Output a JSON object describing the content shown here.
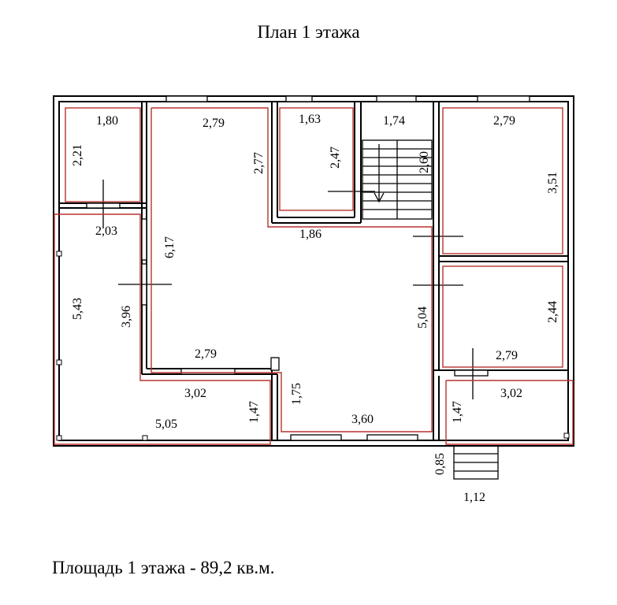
{
  "title": "План 1 этажа",
  "area_text": "Площадь 1 этажа - 89,2 кв.м.",
  "colors": {
    "walls": "#000000",
    "room_outline": "#b8322e",
    "background": "#ffffff"
  },
  "dimensions": {
    "bath_width": "1,80",
    "bath_depth": "2,21",
    "hall_top": "2,79",
    "hall_side": "2,77",
    "closet_width": "1,63",
    "closet_depth": "2,47",
    "stair_width": "1,74",
    "stair_depth": "2,60",
    "bedroom_ne_width": "2,79",
    "bedroom_ne_depth": "3,51",
    "vestibule_width": "2,03",
    "corridor_length": "6,17",
    "corridor_width": "1,86",
    "terrace_left_depth": "5,43",
    "living_depth": "3,96",
    "living_width": "2,79",
    "central_depth": "5,04",
    "room_se_depth": "2,44",
    "room_se_width": "2,79",
    "terrace_left_inner": "3,02",
    "terrace_left_bottom": "5,05",
    "terrace_left_step": "1,47",
    "kitchen_depth": "1,75",
    "kitchen_width": "3,60",
    "terrace_right_depth": "1,47",
    "terrace_right_width": "3,02",
    "porch_depth": "0,85",
    "porch_width": "1,12"
  }
}
